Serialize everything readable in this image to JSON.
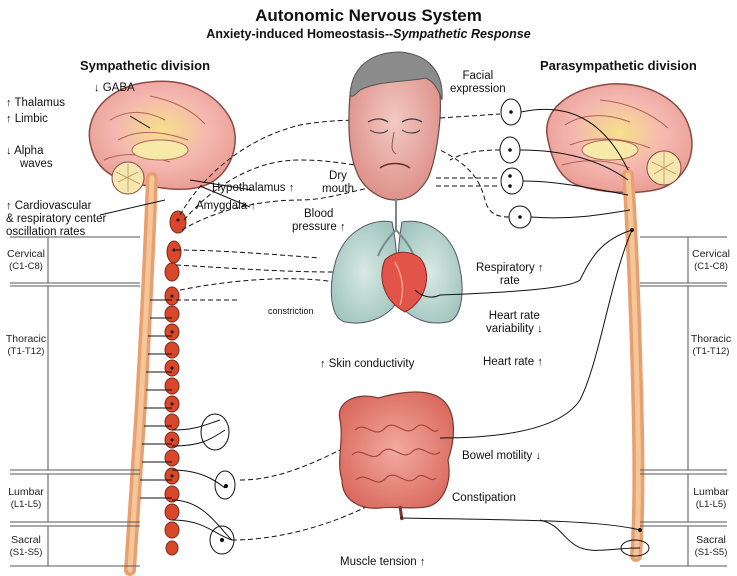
{
  "title": "Autonomic Nervous System",
  "subtitle_prefix": "Anxiety-induced Homeostasis--",
  "subtitle_italic": "Sympathetic Response",
  "divisions": {
    "sympathetic": "Sympathetic division",
    "parasympathetic": "Parasympathetic division"
  },
  "arrows": {
    "up": "↑",
    "down": "↓"
  },
  "brain_labels": {
    "gaba": "GABA",
    "thalamus": "Thalamus",
    "limbic": "Limbic",
    "alpha": "Alpha",
    "waves": "waves",
    "cardio_line1": "Cardiovascular",
    "cardio_line2": "& respiratory center",
    "cardio_line3": "oscillation rates",
    "hypothalamus": "Hypothalamus",
    "amygdala": "Amygdala"
  },
  "organ_labels": {
    "facial_line1": "Facial",
    "facial_line2": "expression",
    "dry_line1": "Dry",
    "dry_line2": "mouth",
    "blood_line1": "Blood",
    "blood_line2": "pressure",
    "respiratory_line1": "Respiratory",
    "respiratory_line2": "rate",
    "constriction": "constriction",
    "hrv_line1": "Heart rate",
    "hrv_line2": "variability",
    "heart_rate": "Heart rate",
    "skin": "Skin conductivity",
    "bowel": "Bowel motility",
    "constipation": "Constipation",
    "muscle": "Muscle tension"
  },
  "spinal_segments": [
    {
      "name": "Cervical",
      "range": "(C1-C8)"
    },
    {
      "name": "Thoracic",
      "range": "(T1-T12)"
    },
    {
      "name": "Lumbar",
      "range": "(L1-L5)"
    },
    {
      "name": "Sacral",
      "range": "(S1-S5)"
    }
  ],
  "colors": {
    "brain_pink": "#f4b6b0",
    "brain_yellow": "#f2d77a",
    "cord": "#e9a070",
    "ganglion": "#d9472b",
    "lung": "#b9d6d2",
    "heart": "#e2534a",
    "intestine": "#e88a7f",
    "face": "#e8aaa3",
    "hair": "#7a7a7a"
  }
}
